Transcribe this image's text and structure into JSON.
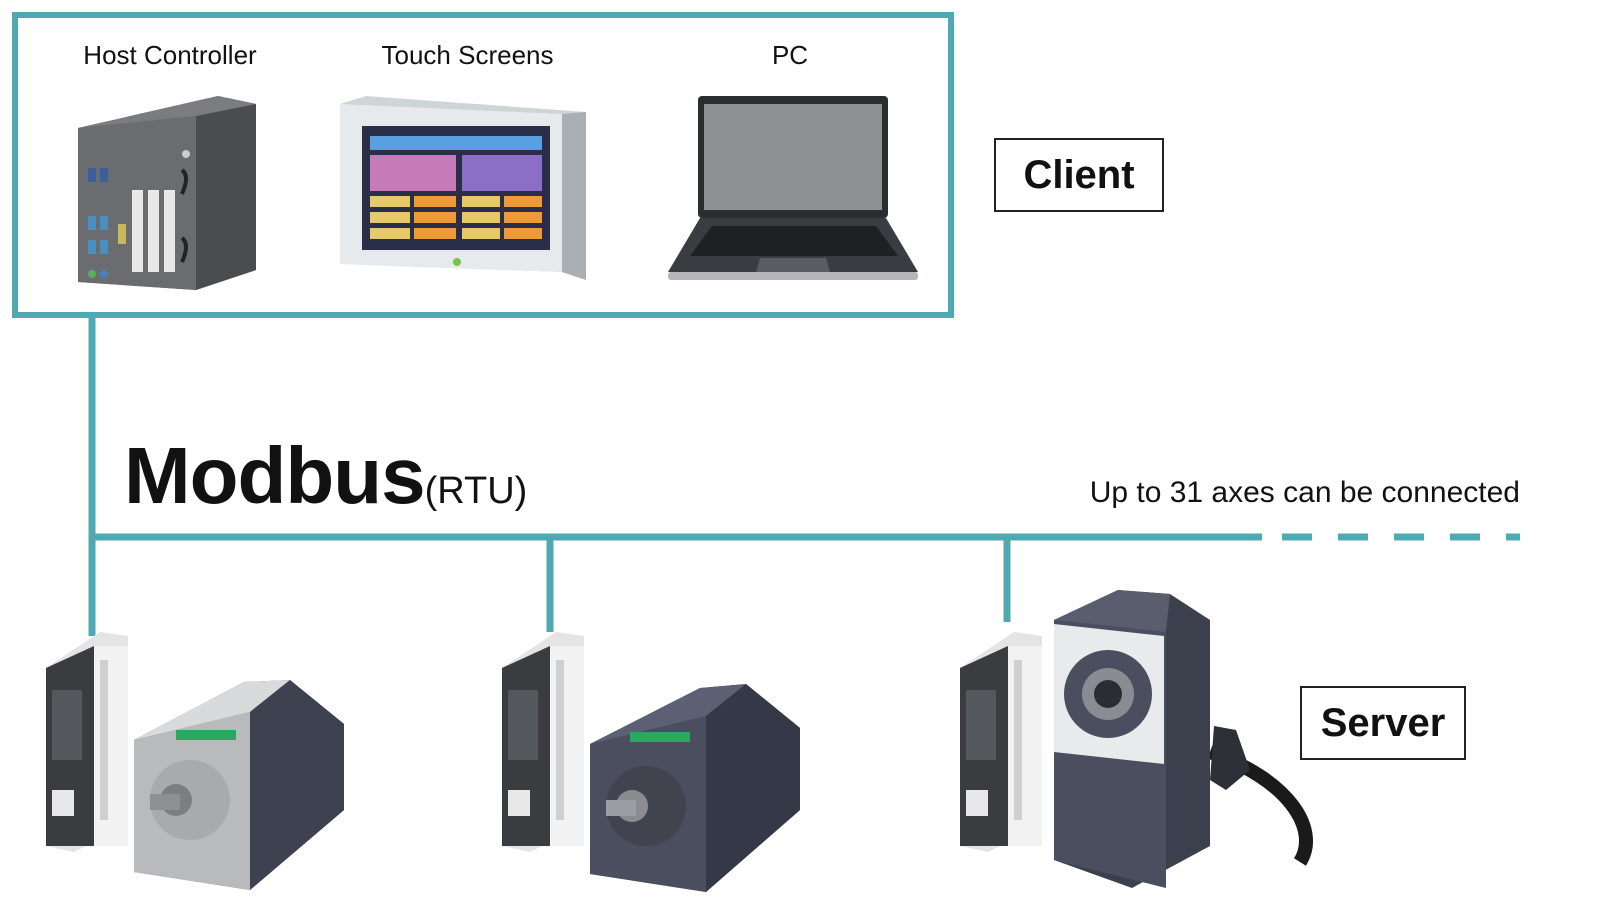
{
  "client_group": {
    "devices": [
      {
        "label": "Host Controller",
        "icon": "industrial-pc-icon"
      },
      {
        "label": "Touch Screens",
        "icon": "touch-screen-icon"
      },
      {
        "label": "PC",
        "icon": "laptop-icon"
      }
    ],
    "role_label": "Client"
  },
  "bus": {
    "protocol": "Modbus",
    "variant": "(RTU)",
    "note": "Up to 31 axes can be connected",
    "color": "#4fa8b2"
  },
  "server_group": {
    "units": [
      {
        "driver_icon": "driver-icon",
        "motor_icon": "silver-gear-motor-icon"
      },
      {
        "driver_icon": "driver-icon",
        "motor_icon": "dark-gear-motor-icon"
      },
      {
        "driver_icon": "driver-icon",
        "motor_icon": "hollow-shaft-motor-icon"
      }
    ],
    "role_label": "Server"
  }
}
